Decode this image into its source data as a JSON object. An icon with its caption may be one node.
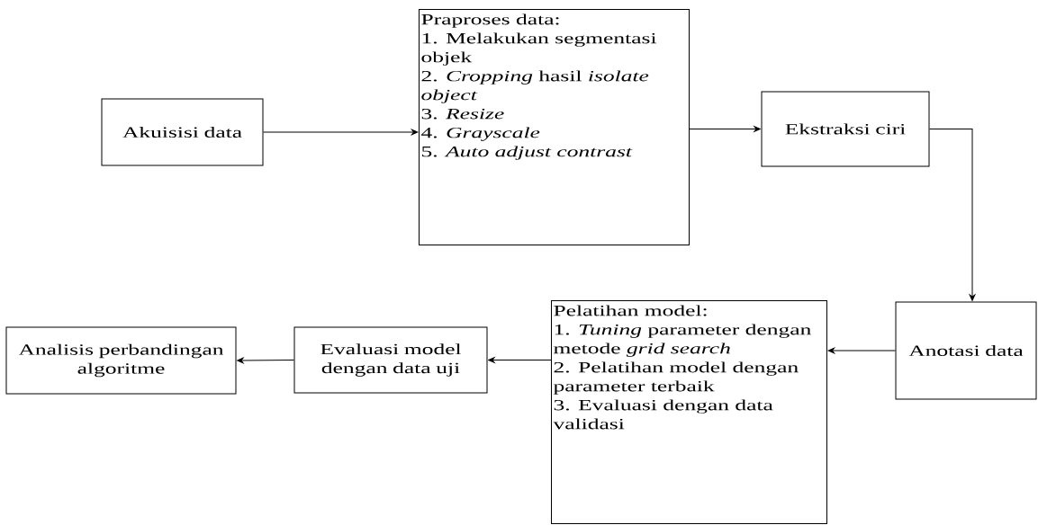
{
  "diagram": {
    "nodes": [
      {
        "text": [
          "Akuisisi data"
        ]
      },
      {
        "text": [
          "Praproses data:",
          "1. Melakukan segmentasi objek",
          "2. *Cropping* hasil *isolate object*",
          "3. *Resize*",
          "4. *Grayscale*",
          "5. *Auto adjust contrast*"
        ]
      },
      {
        "text": [
          "Ekstraksi ciri"
        ]
      },
      {
        "text": [
          "Anotasi data"
        ]
      },
      {
        "text": [
          "Pelatihan model:",
          "1. *Tuning* parameter dengan metode *grid search*",
          "2. Pelatihan model dengan parameter terbaik",
          "3. Evaluasi dengan data validasi"
        ]
      },
      {
        "text": [
          "Evaluasi model dengan data uji"
        ]
      },
      {
        "text": [
          "Analisis perbandingan algoritme"
        ]
      }
    ],
    "edges": [
      {
        "from": 0,
        "to": 1,
        "arrow": "to"
      },
      {
        "from": 1,
        "to": 2,
        "arrow": "to"
      },
      {
        "from": 2,
        "to": 3,
        "arrow": "to"
      },
      {
        "from": 3,
        "to": 4,
        "arrow": "to"
      },
      {
        "from": 4,
        "to": 5,
        "arrow": "to"
      },
      {
        "from": 5,
        "to": 6,
        "arrow": "to"
      }
    ]
  }
}
